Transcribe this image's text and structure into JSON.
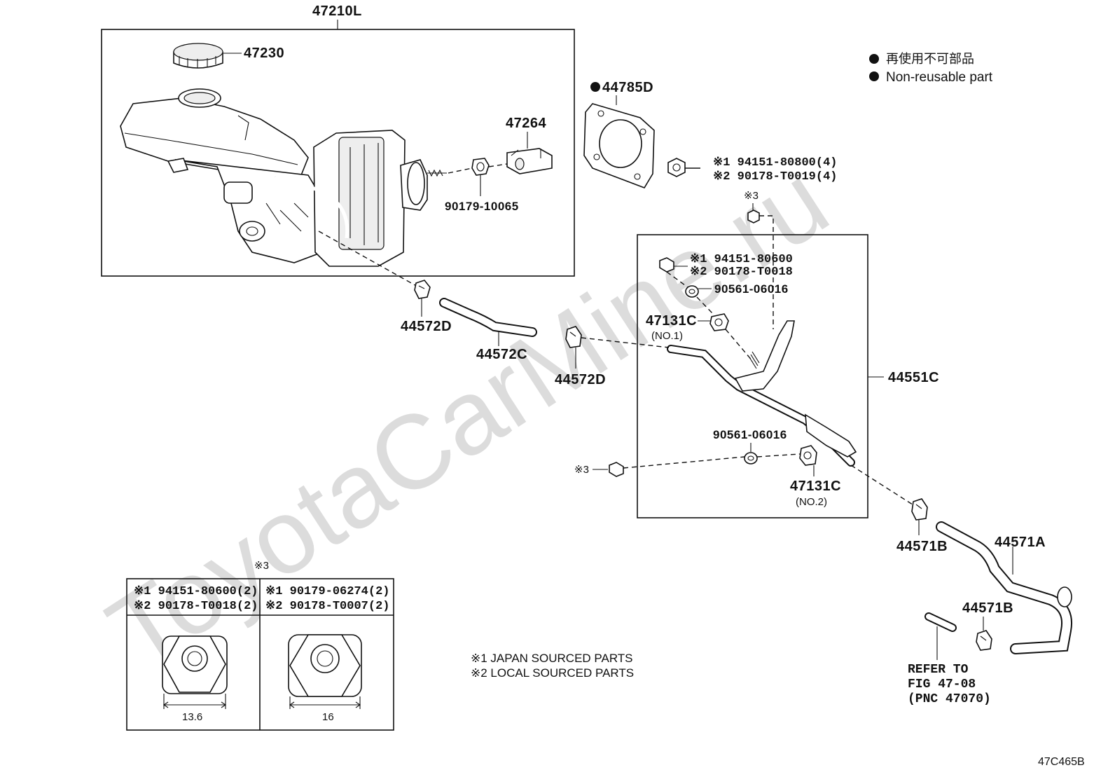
{
  "watermark": "ToyotaCarMine.ru",
  "legend": {
    "bullet_jp": "再使用不可部品",
    "bullet_en": "Non-reusable part"
  },
  "labels": {
    "assy": "47210L",
    "cap": "47230",
    "bracket": "47264",
    "bolt_master": "90179-10065",
    "gasket": "44785D",
    "nut_top_1": "※1 94151-80800(4)",
    "nut_top_2": "※2 90178-T0019(4)",
    "ref3_top": "※3",
    "nut_mid_1": "※1 94151-80600",
    "nut_mid_2": "※2 90178-T0018",
    "grommet_a": "90561-06016",
    "clamp_no1": "47131C",
    "clamp_no1_sub": "(NO.1)",
    "clip_d_left": "44572D",
    "hose_c": "44572C",
    "clip_d_right": "44572D",
    "pipe_assy": "44551C",
    "grommet_b": "90561-06016",
    "ref3_mid": "※3",
    "clamp_no2": "47131C",
    "clamp_no2_sub": "(NO.2)",
    "clip_b_upper": "44571B",
    "hose_a": "44571A",
    "clip_b_lower": "44571B",
    "refer_1": "REFER TO",
    "refer_2": "FIG 47-08",
    "refer_3": "(PNC 47070)",
    "note_1": "※1 JAPAN SOURCED PARTS",
    "note_2": "※2 LOCAL SOURCED PARTS",
    "diagram_code": "47C465B"
  },
  "table": {
    "ref": "※3",
    "col1_line1": "※1 94151-80600(2)",
    "col1_line2": "※2 90178-T0018(2)",
    "col2_line1": "※1 90179-06274(2)",
    "col2_line2": "※2 90178-T0007(2)",
    "col1_dim": "13.6",
    "col2_dim": "16"
  }
}
